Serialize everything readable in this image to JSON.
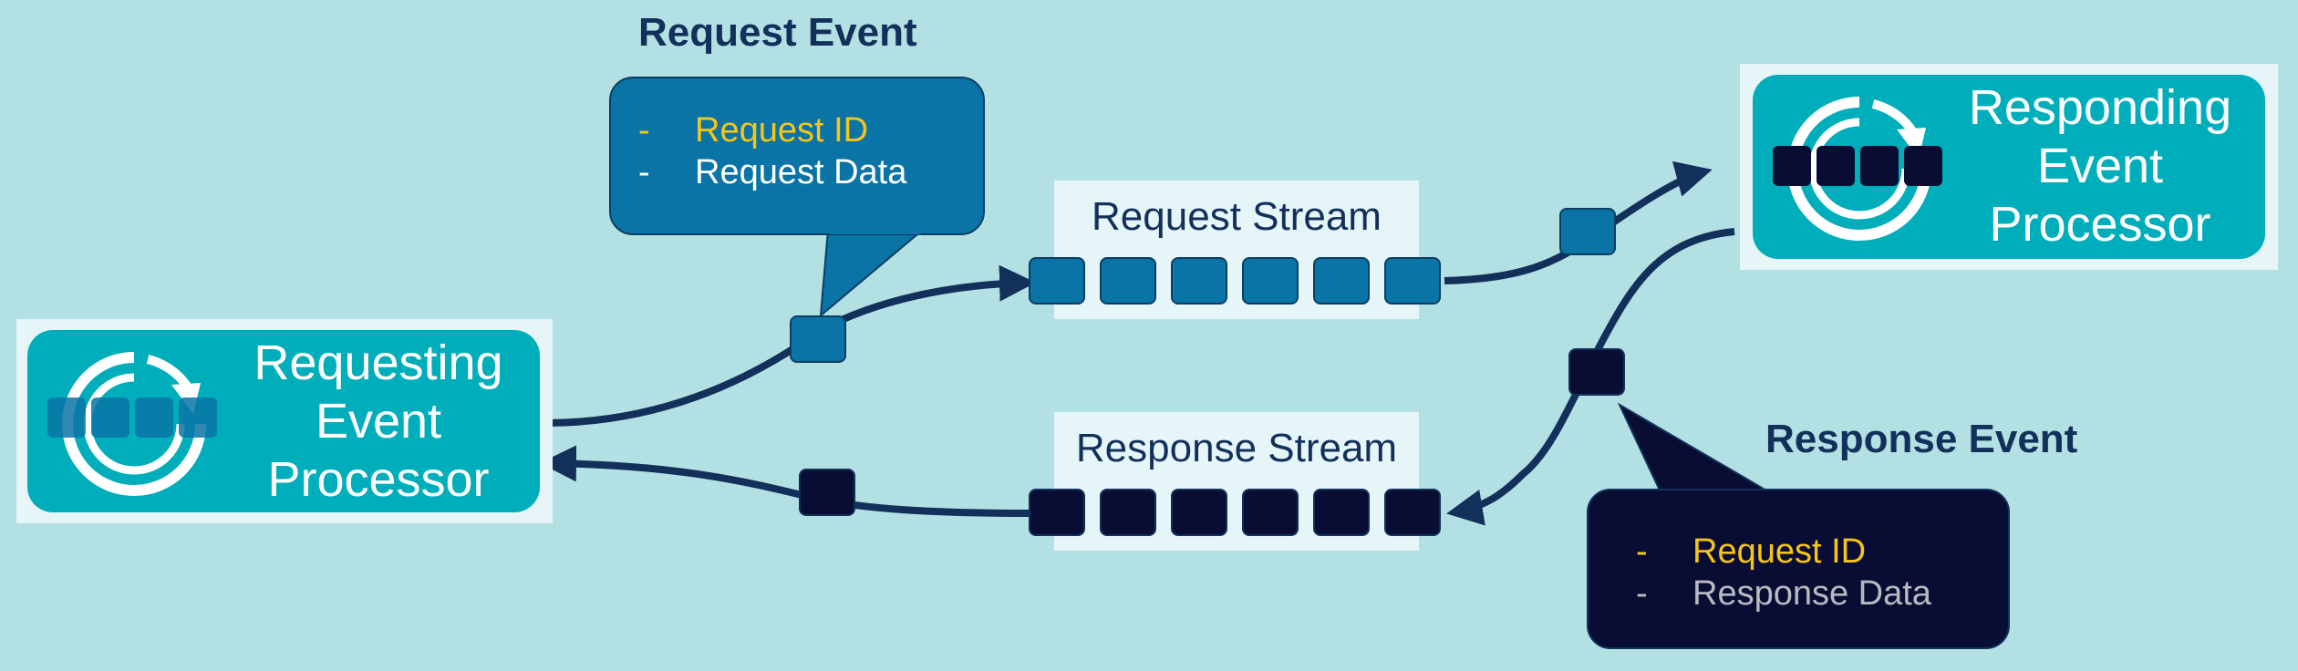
{
  "requesting_processor": {
    "label": "Requesting\nEvent\nProcessor"
  },
  "responding_processor": {
    "label": "Responding\nEvent\nProcessor"
  },
  "request_stream": {
    "label": "Request Stream"
  },
  "response_stream": {
    "label": "Response Stream"
  },
  "request_event": {
    "title": "Request Event",
    "items": [
      {
        "dash": "-",
        "text": "Request ID"
      },
      {
        "dash": "-",
        "text": "Request Data"
      }
    ]
  },
  "response_event": {
    "title": "Response Event",
    "items": [
      {
        "dash": "-",
        "text": "Request ID"
      },
      {
        "dash": "-",
        "text": "Response Data"
      }
    ]
  },
  "colors": {
    "background": "#b3e0e3",
    "processor": "#00aebb",
    "request_event": "#0a74a6",
    "response_event": "#0a0d33",
    "arrow": "#12305a",
    "highlight": "#f5c518"
  }
}
